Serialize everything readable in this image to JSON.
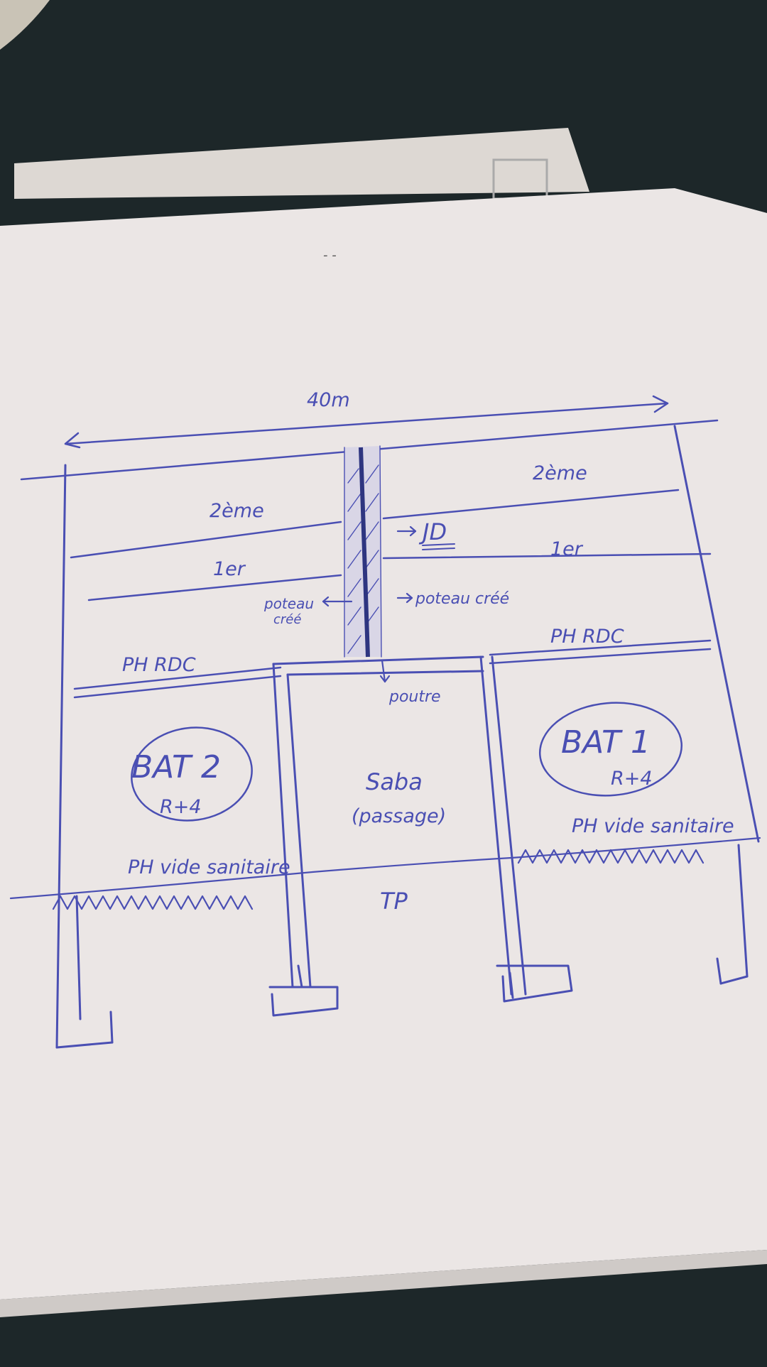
{
  "sketch": {
    "width_label": "40m",
    "left_building": {
      "name": "BAT 2",
      "levels": "R+4",
      "floor_2": "2ème",
      "floor_1": "1er",
      "ground_floor": "PH RDC",
      "crawl_space": "PH vide sanitaire"
    },
    "right_building": {
      "name": "BAT 1",
      "levels": "R+4",
      "floor_2": "2ème",
      "floor_1": "1er",
      "ground_floor": "PH RDC",
      "crawl_space": "PH vide sanitaire"
    },
    "joint": {
      "label": "JD",
      "left_column": "poteau",
      "left_column_sub": "créé",
      "right_column": "poteau créé"
    },
    "passage": {
      "beam": "poutre",
      "name": "Saba",
      "sub": "(passage)"
    },
    "ground": "TP"
  }
}
